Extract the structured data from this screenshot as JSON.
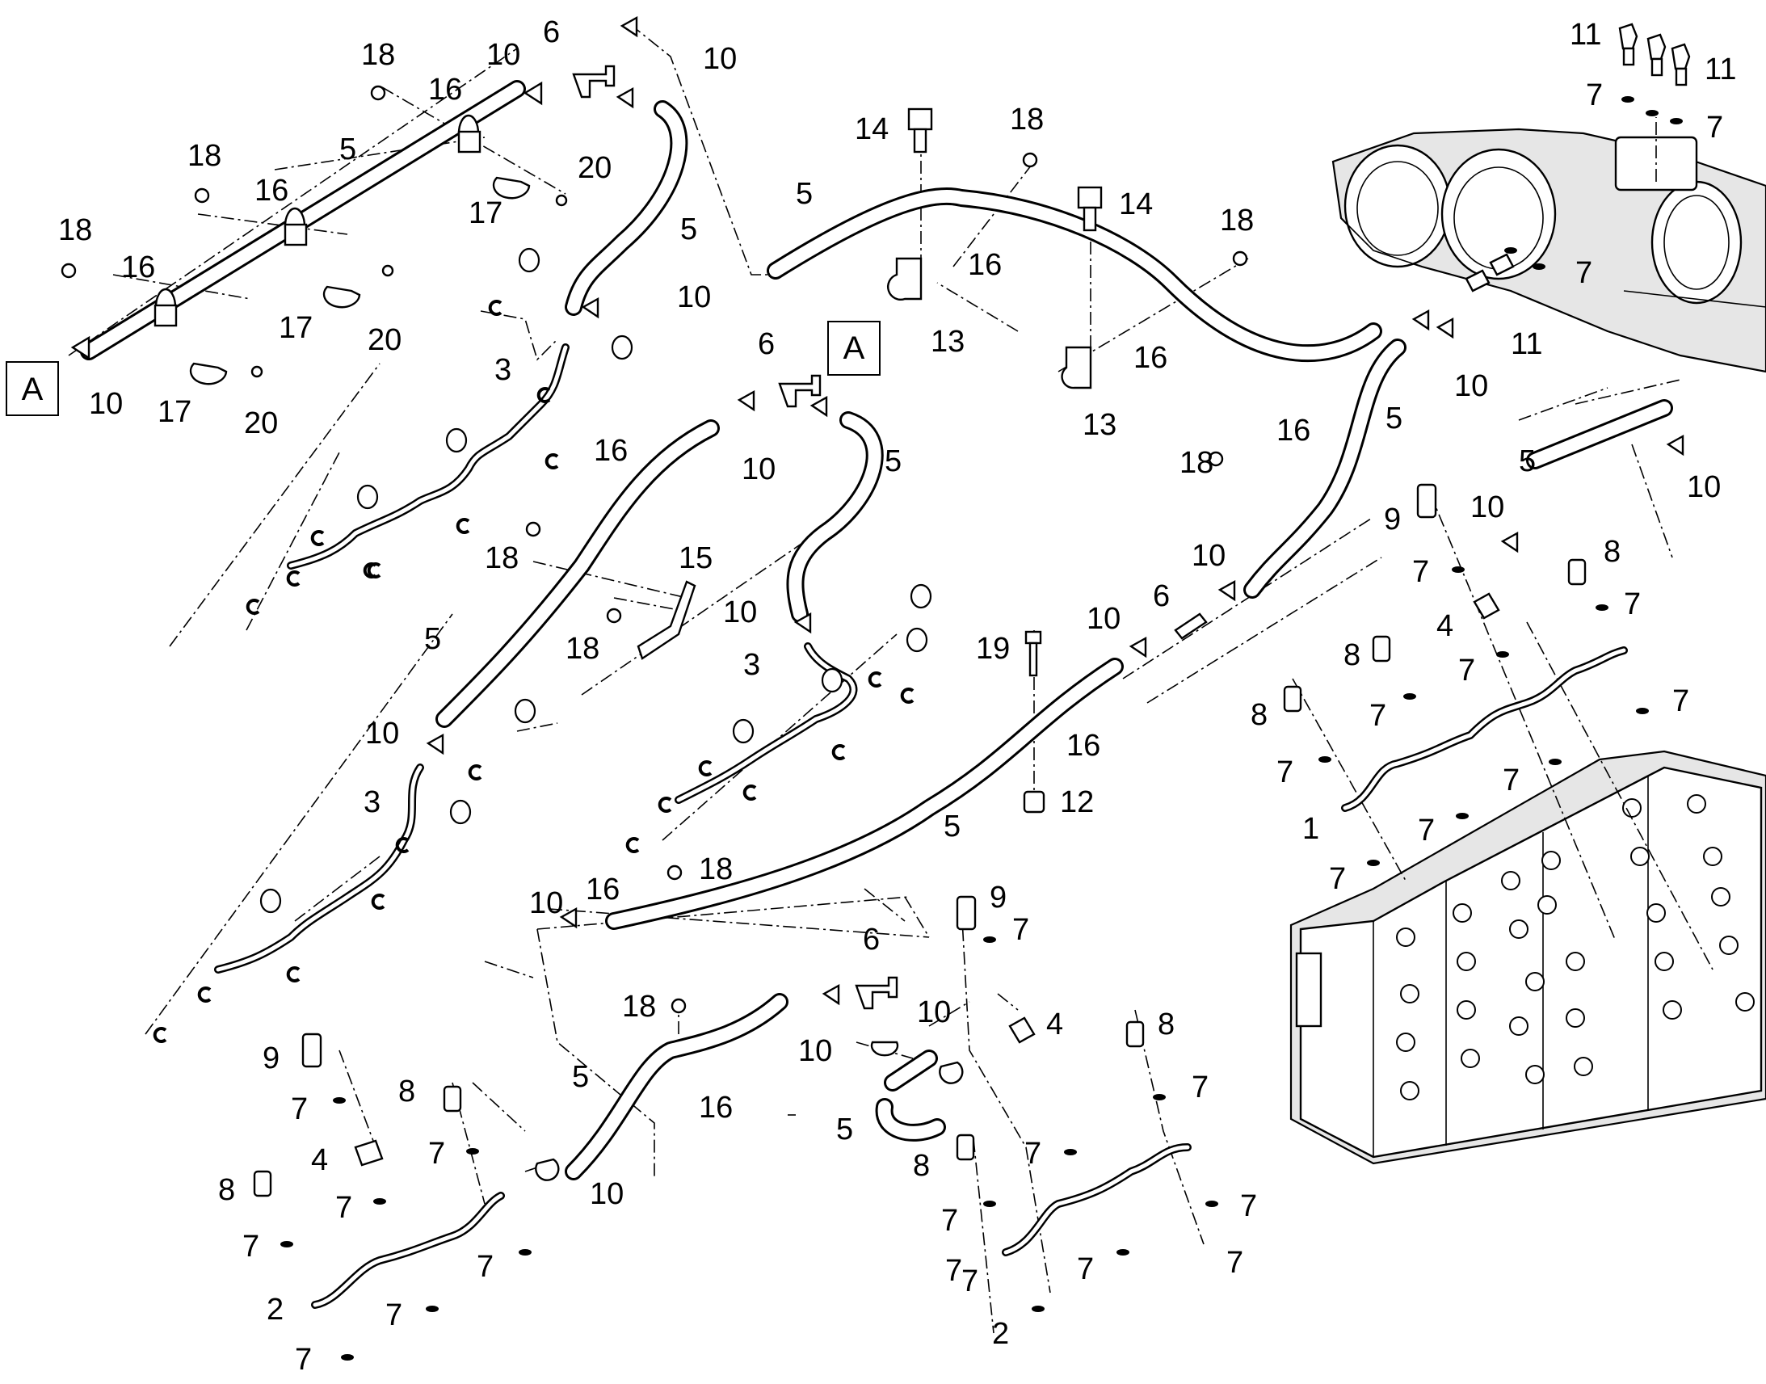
{
  "view_labels": {
    "top_left": "A",
    "middle": "A"
  },
  "callouts": [
    {
      "id": "c1",
      "text": "18"
    },
    {
      "id": "c2",
      "text": "10"
    },
    {
      "id": "c3",
      "text": "6"
    },
    {
      "id": "c4",
      "text": "10"
    },
    {
      "id": "c5",
      "text": "16"
    },
    {
      "id": "c6",
      "text": "18"
    },
    {
      "id": "c7",
      "text": "5"
    },
    {
      "id": "c8",
      "text": "16"
    },
    {
      "id": "c9",
      "text": "20"
    },
    {
      "id": "c10",
      "text": "17"
    },
    {
      "id": "c11",
      "text": "18"
    },
    {
      "id": "c12",
      "text": "16"
    },
    {
      "id": "c13",
      "text": "17"
    },
    {
      "id": "c14",
      "text": "20"
    },
    {
      "id": "c15",
      "text": "10"
    },
    {
      "id": "c16",
      "text": "17"
    },
    {
      "id": "c17",
      "text": "20"
    },
    {
      "id": "c18",
      "text": "5"
    },
    {
      "id": "c19",
      "text": "10"
    },
    {
      "id": "c20",
      "text": "3"
    },
    {
      "id": "c21",
      "text": "14"
    },
    {
      "id": "c22",
      "text": "18"
    },
    {
      "id": "c23",
      "text": "5"
    },
    {
      "id": "c24",
      "text": "16"
    },
    {
      "id": "c25",
      "text": "13"
    },
    {
      "id": "c26",
      "text": "14"
    },
    {
      "id": "c27",
      "text": "18"
    },
    {
      "id": "c28",
      "text": "16"
    },
    {
      "id": "c29",
      "text": "13"
    },
    {
      "id": "c30",
      "text": "11"
    },
    {
      "id": "c31",
      "text": "11"
    },
    {
      "id": "c32",
      "text": "7"
    },
    {
      "id": "c33",
      "text": "7"
    },
    {
      "id": "c34",
      "text": "7"
    },
    {
      "id": "c35",
      "text": "11"
    },
    {
      "id": "c36",
      "text": "10"
    },
    {
      "id": "c37",
      "text": "6"
    },
    {
      "id": "c38",
      "text": "10"
    },
    {
      "id": "c39",
      "text": "5"
    },
    {
      "id": "c40",
      "text": "16"
    },
    {
      "id": "c41",
      "text": "18"
    },
    {
      "id": "c42",
      "text": "15"
    },
    {
      "id": "c43",
      "text": "18"
    },
    {
      "id": "c44",
      "text": "5"
    },
    {
      "id": "c45",
      "text": "10"
    },
    {
      "id": "c46",
      "text": "3"
    },
    {
      "id": "c47",
      "text": "10"
    },
    {
      "id": "c48",
      "text": "3"
    },
    {
      "id": "c49",
      "text": "18"
    },
    {
      "id": "c50",
      "text": "16"
    },
    {
      "id": "c51",
      "text": "5"
    },
    {
      "id": "c52",
      "text": "5"
    },
    {
      "id": "c53",
      "text": "10"
    },
    {
      "id": "c54",
      "text": "9"
    },
    {
      "id": "c55",
      "text": "10"
    },
    {
      "id": "c56",
      "text": "7"
    },
    {
      "id": "c57",
      "text": "8"
    },
    {
      "id": "c58",
      "text": "10"
    },
    {
      "id": "c59",
      "text": "6"
    },
    {
      "id": "c60",
      "text": "10"
    },
    {
      "id": "c61",
      "text": "19"
    },
    {
      "id": "c62",
      "text": "7"
    },
    {
      "id": "c63",
      "text": "4"
    },
    {
      "id": "c64",
      "text": "8"
    },
    {
      "id": "c65",
      "text": "7"
    },
    {
      "id": "c66",
      "text": "8"
    },
    {
      "id": "c67",
      "text": "7"
    },
    {
      "id": "c68",
      "text": "7"
    },
    {
      "id": "c69",
      "text": "7"
    },
    {
      "id": "c70",
      "text": "16"
    },
    {
      "id": "c71",
      "text": "12"
    },
    {
      "id": "c72",
      "text": "7"
    },
    {
      "id": "c73",
      "text": "5"
    },
    {
      "id": "c74",
      "text": "1"
    },
    {
      "id": "c75",
      "text": "7"
    },
    {
      "id": "c76",
      "text": "7"
    },
    {
      "id": "c77",
      "text": "10"
    },
    {
      "id": "c78",
      "text": "16"
    },
    {
      "id": "c79",
      "text": "18"
    },
    {
      "id": "c80",
      "text": "9"
    },
    {
      "id": "c81",
      "text": "6"
    },
    {
      "id": "c82",
      "text": "7"
    },
    {
      "id": "c83",
      "text": "18"
    },
    {
      "id": "c84",
      "text": "10"
    },
    {
      "id": "c85",
      "text": "4"
    },
    {
      "id": "c86",
      "text": "10"
    },
    {
      "id": "c87",
      "text": "8"
    },
    {
      "id": "c88",
      "text": "5"
    },
    {
      "id": "c89",
      "text": "16"
    },
    {
      "id": "c90",
      "text": "7"
    },
    {
      "id": "c91",
      "text": "9"
    },
    {
      "id": "c92",
      "text": "8"
    },
    {
      "id": "c93",
      "text": "5"
    },
    {
      "id": "c94",
      "text": "7"
    },
    {
      "id": "c95",
      "text": "7"
    },
    {
      "id": "c96",
      "text": "4"
    },
    {
      "id": "c97",
      "text": "10"
    },
    {
      "id": "c98",
      "text": "7"
    },
    {
      "id": "c99",
      "text": "8"
    },
    {
      "id": "c100",
      "text": "7"
    },
    {
      "id": "c101",
      "text": "7"
    },
    {
      "id": "c102",
      "text": "8"
    },
    {
      "id": "c103",
      "text": "7"
    },
    {
      "id": "c104",
      "text": "7"
    },
    {
      "id": "c105",
      "text": "7"
    },
    {
      "id": "c106",
      "text": "7"
    },
    {
      "id": "c107",
      "text": "2"
    },
    {
      "id": "c108",
      "text": "7"
    },
    {
      "id": "c109",
      "text": "7"
    },
    {
      "id": "c110",
      "text": "2"
    },
    {
      "id": "c111",
      "text": "7"
    },
    {
      "id": "c112",
      "text": "7"
    },
    {
      "id": "c113",
      "text": "7"
    }
  ]
}
